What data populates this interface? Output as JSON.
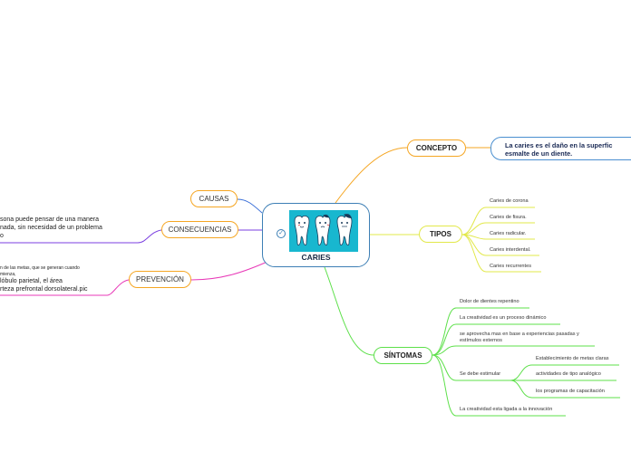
{
  "central": {
    "title": "CARIES",
    "image": "teeth-illustration",
    "icon": "check-circle-icon"
  },
  "concept": {
    "label": "CONCEPTO",
    "text_line1": "La caries es el daño en la superfic",
    "text_line2": "esmalte de un diente."
  },
  "tipos": {
    "label": "TIPOS",
    "items": [
      "Caries de corona",
      "Caries de fisura.",
      "Caries radicular.",
      "Caries interdental.",
      "Caries recurrentes"
    ]
  },
  "sintomas": {
    "label": "SÍNTOMAS",
    "items": [
      "Dolor de dientes repentino",
      "La creatividad es un proceso dinámico",
      "se aprovecha mas en base a experiencias pasadas y",
      "estímulos externos",
      "Se debe estimular",
      "La creatividad esta ligada a la innovación"
    ],
    "sub_items": [
      "Establecimiento de metas claras",
      "actividades de tipo analógico",
      "los programas de capacitación"
    ]
  },
  "causas": {
    "label": "CAUSAS"
  },
  "consecuencias": {
    "label": "CONSECUENCIAS",
    "text_lines": [
      "sona puede pensar de una manera",
      "nada, sin necesidad de un problema",
      "o"
    ]
  },
  "prevencion": {
    "label": "PREVENCIÓN",
    "small_lines": [
      "n de las metas, que se generan cuando",
      "mienza,"
    ],
    "text_lines": [
      "lóbulo parietal, el área",
      "rteza prefrontal dorsolateral.pic"
    ]
  },
  "colors": {
    "concept": "#f5a623",
    "tipos": "#e2e84a",
    "sintomas": "#5de04a",
    "causas": "#3a6fd8",
    "consecuencias": "#7b3fe0",
    "prevencion": "#e83ab8",
    "tooth_bg": "#18b7cf"
  }
}
